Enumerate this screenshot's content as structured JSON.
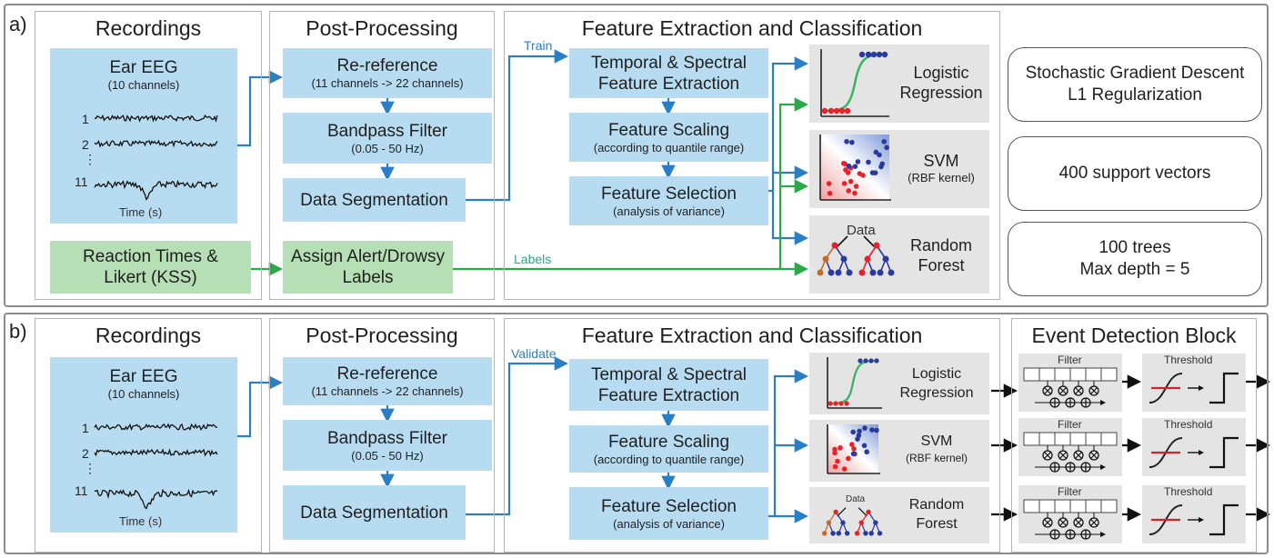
{
  "panels": [
    {
      "label": "a)",
      "recordings": {
        "title": "Recordings",
        "eeg_title": "Ear EEG",
        "eeg_sub": "(10 channels)",
        "channels": [
          "1",
          "2",
          "⋮",
          "11"
        ],
        "time_label": "Time (s)",
        "reaction_box": [
          "Reaction Times &",
          "Likert (KSS)"
        ]
      },
      "post": {
        "title": "Post-Processing",
        "steps": [
          {
            "title": "Re-reference",
            "sub": "(11 channels -> 22 channels)"
          },
          {
            "title": "Bandpass Filter",
            "sub": "(0.05 - 50 Hz)"
          },
          {
            "title": "Data Segmentation",
            "sub": ""
          }
        ],
        "labels_box": [
          "Assign Alert/Drowsy",
          "Labels"
        ]
      },
      "feature": {
        "title": "Feature Extraction and Classification",
        "steps": [
          {
            "title": "Temporal & Spectral",
            "title2": "Feature Extraction",
            "sub": ""
          },
          {
            "title": "Feature Scaling",
            "title2": "",
            "sub": "(according to quantile range)"
          },
          {
            "title": "Feature Selection",
            "title2": "",
            "sub": "(analysis of variance)"
          }
        ],
        "classifiers": [
          {
            "name": "Logistic",
            "name2": "Regression",
            "sub": ""
          },
          {
            "name": "SVM",
            "name2": "",
            "sub": "(RBF kernel)"
          },
          {
            "name": "Random",
            "name2": "Forest",
            "sub": "",
            "data_label": "Data"
          }
        ]
      },
      "wire_label_top": "Train",
      "wire_label_bottom": "Labels",
      "params": [
        [
          "Stochastic Gradient Descent",
          "L1 Regularization"
        ],
        [
          "400 support vectors"
        ],
        [
          "100 trees",
          "Max depth = 5"
        ]
      ]
    },
    {
      "label": "b)",
      "recordings": {
        "title": "Recordings",
        "eeg_title": "Ear EEG",
        "eeg_sub": "(10 channels)",
        "channels": [
          "1",
          "2",
          "⋮",
          "11"
        ],
        "time_label": "Time (s)"
      },
      "post": {
        "title": "Post-Processing",
        "steps": [
          {
            "title": "Re-reference",
            "sub": "(11 channels -> 22 channels)"
          },
          {
            "title": "Bandpass Filter",
            "sub": "(0.05 - 50 Hz)"
          },
          {
            "title": "Data Segmentation",
            "sub": ""
          }
        ]
      },
      "feature": {
        "title": "Feature Extraction and Classification",
        "steps": [
          {
            "title": "Temporal & Spectral",
            "title2": "Feature Extraction",
            "sub": ""
          },
          {
            "title": "Feature Scaling",
            "title2": "",
            "sub": "(according to quantile range)"
          },
          {
            "title": "Feature Selection",
            "title2": "",
            "sub": "(analysis of variance)"
          }
        ],
        "classifiers": [
          {
            "name": "Logistic",
            "name2": "Regression",
            "sub": ""
          },
          {
            "name": "SVM",
            "name2": "",
            "sub": "(RBF kernel)"
          },
          {
            "name": "Random",
            "name2": "Forest",
            "sub": "",
            "data_label": "Data"
          }
        ]
      },
      "wire_label_top": "Validate",
      "event": {
        "title": "Event Detection Block",
        "filter_label": "Filter",
        "threshold_label": "Threshold"
      }
    }
  ],
  "colors": {
    "blue_box": "#b7dcf2",
    "green_box": "#b6dfb6",
    "grey_box": "#e4e4e4",
    "blue_arrow": "#2a7fc4",
    "green_arrow": "#2aa84a",
    "label_text_train": "#2a7fc4",
    "label_text_labels": "#2aa58a"
  }
}
